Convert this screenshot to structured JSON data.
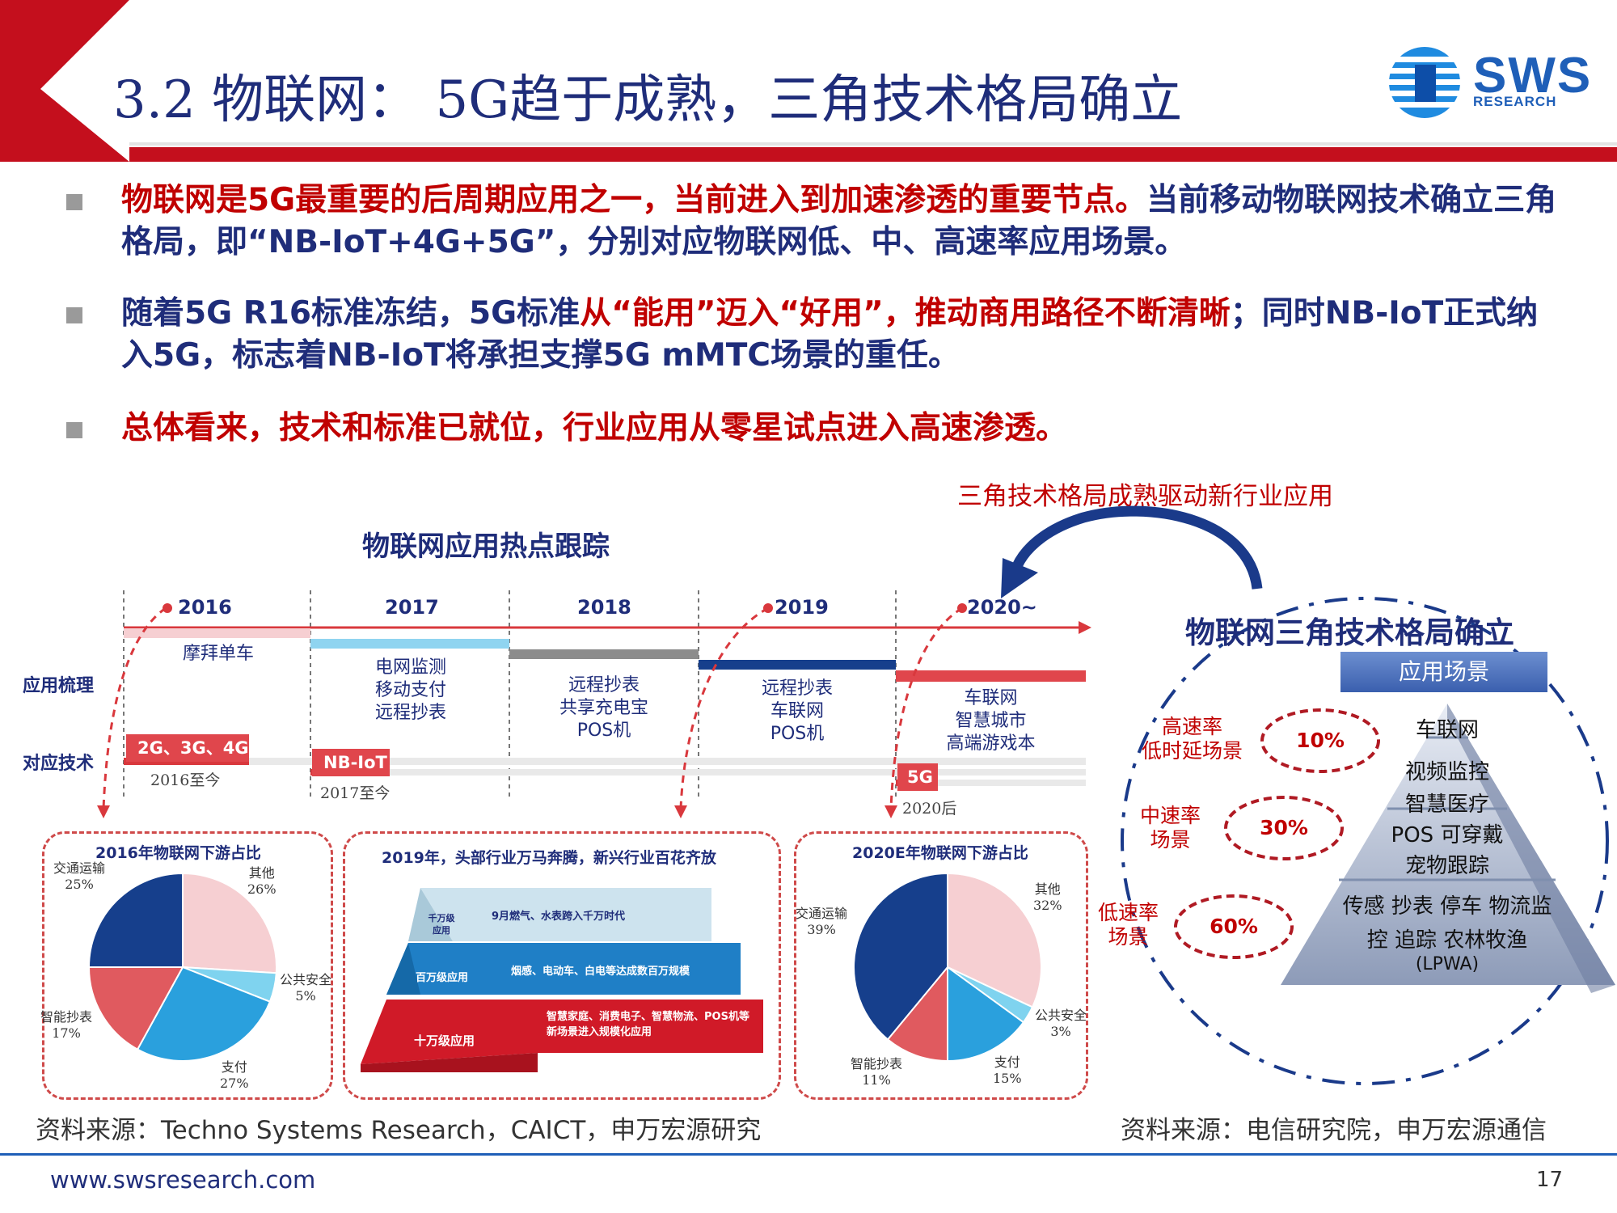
{
  "header": {
    "title": "3.2 物联网： 5G趋于成熟，三角技术格局确立",
    "logo_text": "SWS",
    "logo_sub": "RESEARCH"
  },
  "bullets": [
    {
      "red_part": "物联网是5G最重要的后周期应用之一，当前进入到加速渗透的重要节点。",
      "blue_part": "当前移动物联网技术确立三角格局，即“NB-IoT+4G+5G”，分别对应物联网低、中、高速率应用场景。"
    },
    {
      "blue_a": "随着5G  R16标准冻结，5G标准",
      "red_b": "从“能用”迈入“好用”，推动商用路径不断清晰",
      "blue_c": "；同时NB-IoT正式纳入5G，标志着NB-IoT将承担支撑5G mMTC场景的重任。"
    },
    {
      "red_part": "总体看来，技术和标准已就位，行业应用从零星试点进入高速渗透。"
    }
  ],
  "timeline": {
    "title": "物联网应用热点跟踪",
    "row_app": "应用梳理",
    "row_tech": "对应技术",
    "years": [
      "2016",
      "2017",
      "2018",
      "2019",
      "2020~"
    ],
    "apps": [
      "摩拜单车",
      "电网监测\n移动支付\n远程抄表",
      "远程抄表\n共享充电宝\nPOS机",
      "远程抄表\n车联网\nPOS机",
      "车联网\n智慧城市\n高端游戏本"
    ],
    "techs": [
      {
        "label": "2G、3G、4G",
        "since": "2016至今"
      },
      {
        "label": "NB-IoT",
        "since": "2017至今"
      },
      {
        "label": "5G",
        "since": "2020后"
      }
    ]
  },
  "pie_2016": {
    "title": "2016年物联网下游占比",
    "slices": [
      {
        "name": "其他",
        "pct": "26%",
        "value": 26,
        "color": "#f6cfd2"
      },
      {
        "name": "公共安全",
        "pct": "5%",
        "value": 5,
        "color": "#7fd3ef"
      },
      {
        "name": "支付",
        "pct": "27%",
        "value": 27,
        "color": "#2aa0dd"
      },
      {
        "name": "智能抄表",
        "pct": "17%",
        "value": 17,
        "color": "#e05a5f"
      },
      {
        "name": "交通运输",
        "pct": "25%",
        "value": 25,
        "color": "#163f8c"
      }
    ]
  },
  "tiers": {
    "title": "2019年，头部行业万马奔腾，新兴行业百花齐放",
    "rows": [
      {
        "level": "千万级\n应用",
        "desc": "9月燃气、水表跨入千万时代"
      },
      {
        "level": "百万级应用",
        "desc": "烟感、电动车、白电等达成数百万规模"
      },
      {
        "level": "十万级应用",
        "desc": "智慧家庭、消费电子、智慧物流、POS机等\n新场景进入规模化应用"
      }
    ]
  },
  "pie_2020": {
    "title": "2020E年物联网下游占比",
    "slices": [
      {
        "name": "其他",
        "pct": "32%",
        "value": 32,
        "color": "#f6cfd2"
      },
      {
        "name": "公共安全",
        "pct": "3%",
        "value": 3,
        "color": "#7fd3ef"
      },
      {
        "name": "支付",
        "pct": "15%",
        "value": 15,
        "color": "#2aa0dd"
      },
      {
        "name": "智能抄表",
        "pct": "11%",
        "value": 11,
        "color": "#e05a5f"
      },
      {
        "name": "交通运输",
        "pct": "39%",
        "value": 39,
        "color": "#163f8c"
      }
    ]
  },
  "source_left": "资料来源：Techno Systems Research，CAICT，申万宏源研究",
  "right": {
    "arrow_caption": "三角技术格局成熟驱动新行业应用",
    "title": "物联网三角技术格局确立",
    "scene_header": "应用场景",
    "pyramid": [
      "车联网",
      "视频监控",
      "智慧医疗",
      "POS 可穿戴",
      "宠物跟踪",
      "传感 抄表 停车 物流监",
      "控 追踪 农林牧渔",
      "(LPWA)"
    ],
    "groups": [
      {
        "scene": "高速率\n低时延场景",
        "ratio": "10%"
      },
      {
        "scene": "中速率\n场景",
        "ratio": "30%"
      },
      {
        "scene": "低速率\n场景",
        "ratio": "60%"
      }
    ]
  },
  "source_right": "资料来源：电信研究院，申万宏源通信",
  "footer": {
    "url": "www.swsresearch.com",
    "page": "17"
  }
}
